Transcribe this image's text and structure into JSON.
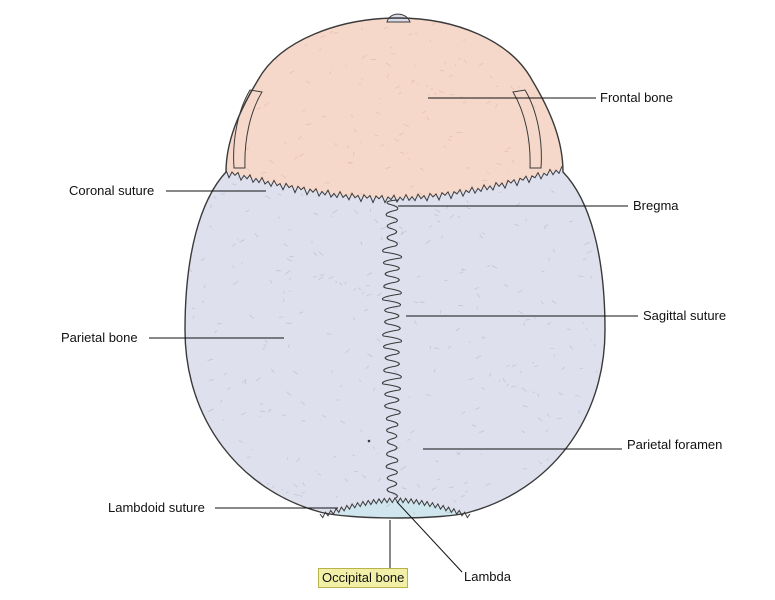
{
  "colors": {
    "frontal": "#f6d8ca",
    "parietal": "#dfe0ee",
    "occipital": "#cfe6ee",
    "outline": "#3a3a3a",
    "leader": "#111111",
    "highlight": "#f2f0a6"
  },
  "labels": {
    "frontal_bone": "Frontal bone",
    "coronal_suture": "Coronal suture",
    "bregma": "Bregma",
    "sagittal_suture": "Sagittal suture",
    "parietal_bone": "Parietal bone",
    "parietal_foramen": "Parietal foramen",
    "lambdoid_suture": "Lambdoid suture",
    "occipital_bone": "Occipital bone",
    "lambda": "Lambda"
  }
}
